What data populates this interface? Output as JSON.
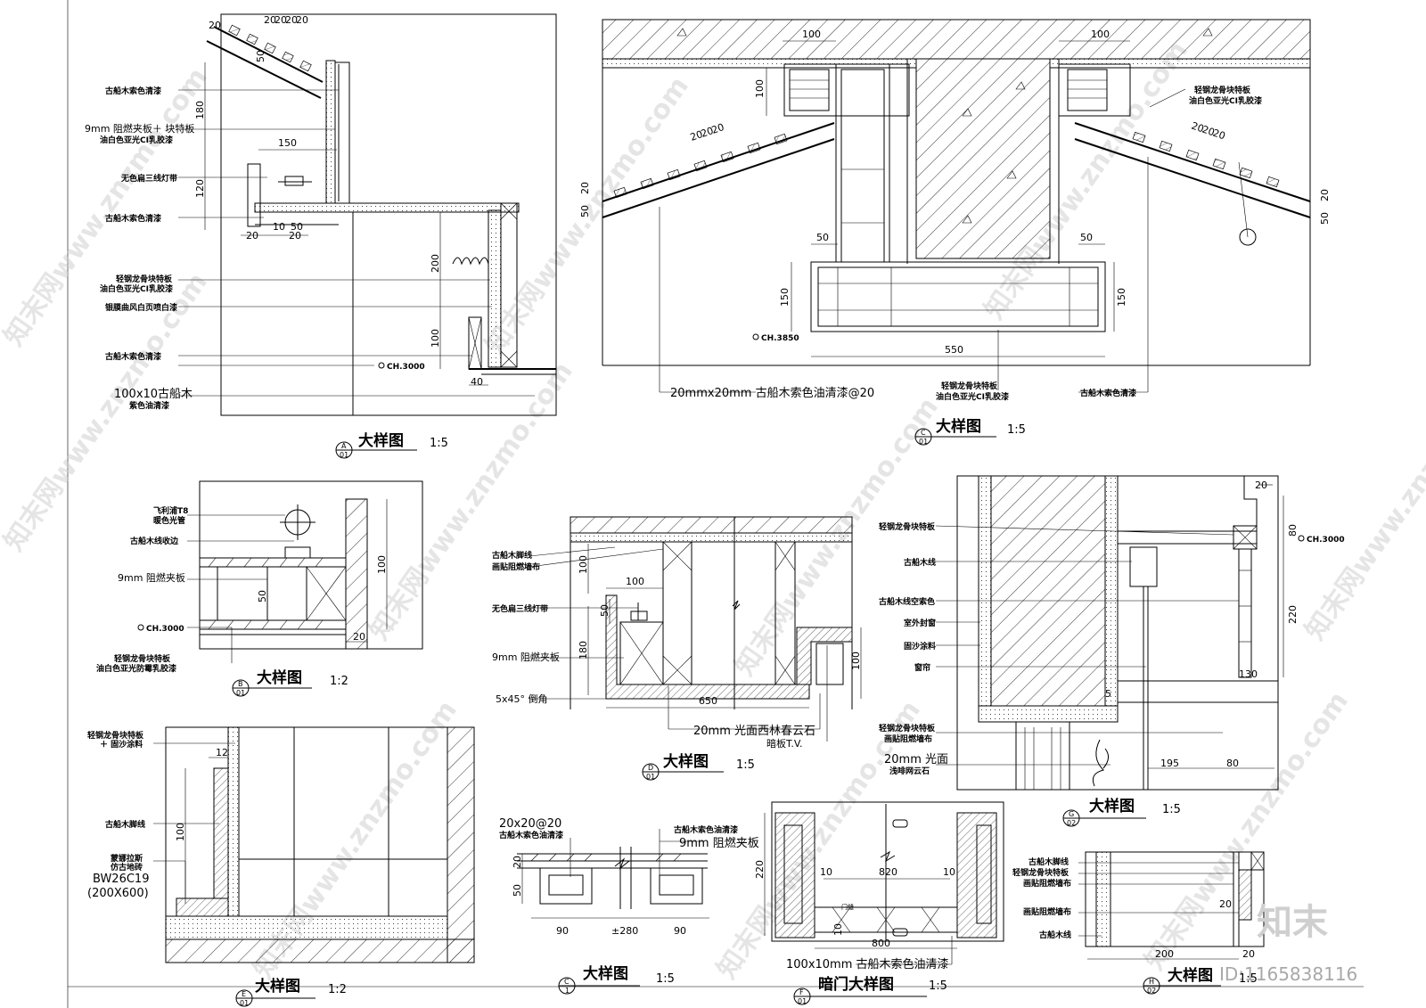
{
  "panels": {
    "A": {
      "title": "大样图",
      "scale": "1:5",
      "tag_letter": "A",
      "tag_num": "01",
      "labels": [
        "古船木索色清漆",
        "9mm 阻燃夹板＋ 块特板",
        "油白色亚光CI乳胶漆",
        "无色扁三线灯带",
        "古船木索色清漆",
        "轻钢龙骨块特板",
        "油白色亚光CI乳胶漆",
        "银膜曲风白页喷白漆",
        "古船木索色清漆",
        "100x10古船木",
        "紫色油清漆"
      ],
      "dims": [
        "20",
        "20",
        "20",
        "20",
        "20",
        "50",
        "180",
        "150",
        "120",
        "20",
        "10",
        "50",
        "20",
        "200",
        "100",
        "40"
      ],
      "elevation": "CH.3000"
    },
    "C": {
      "title": "大样图",
      "scale": "1:5",
      "tag_letter": "C",
      "tag_num": "01",
      "labels": [
        "20mmx20mm 古船木索色油清漆@20",
        "轻钢龙骨块特板",
        "油白色亚光CI乳胶漆",
        "古船木索色清漆",
        "轻钢龙骨块特板",
        "油白色亚光CI乳胶漆"
      ],
      "dims": [
        "100",
        "100",
        "100",
        "20",
        "20",
        "20",
        "20",
        "20",
        "20",
        "50",
        "50",
        "150",
        "150",
        "550",
        "20",
        "50",
        "50",
        "20"
      ],
      "elevation": "CH.3850"
    },
    "B": {
      "title": "大样图",
      "scale": "1:2",
      "tag_letter": "B",
      "tag_num": "01",
      "labels": [
        "飞利浦T8",
        "暖色光管",
        "古船木线收边",
        "9mm 阻燃夹板",
        "轻钢龙骨块特板",
        "油白色亚光防霉乳胶漆"
      ],
      "dims": [
        "50",
        "100",
        "20"
      ],
      "elevation": "CH.3000"
    },
    "D": {
      "title": "大样图",
      "scale": "1:5",
      "tag_letter": "D",
      "tag_num": "01",
      "labels": [
        "古船木脚线",
        "画贴阻燃墙布",
        "无色扁三线灯带",
        "9mm 阻燃夹板",
        "5x45° 倒角",
        "20mm 光面西林春云石",
        "暗板T.V."
      ],
      "dims": [
        "100",
        "100",
        "50",
        "180",
        "650",
        "100"
      ]
    },
    "G": {
      "title": "大样图",
      "scale": "1:5",
      "tag_letter": "G",
      "tag_num": "02",
      "labels": [
        "轻钢龙骨块特板",
        "古船木线",
        "古船木线空索色",
        "室外封窗",
        "固沙涂料",
        "窗帘",
        "轻钢龙骨块特板",
        "画贴阻燃墙布",
        "20mm 光面",
        "浅啡网云石"
      ],
      "dims": [
        "20",
        "80",
        "220",
        "130",
        "5",
        "195",
        "80"
      ],
      "elevation": "CH.3000"
    },
    "E": {
      "title": "大样图",
      "scale": "1:2",
      "tag_letter": "E",
      "tag_num": "01",
      "labels": [
        "轻钢龙骨块特板",
        "＋ 固沙涂料",
        "古船木脚线",
        "蒙娜拉斯",
        "仿古地砖",
        "BW26C19",
        "(200X600)"
      ],
      "dims": [
        "12",
        "100"
      ]
    },
    "C1": {
      "title": "大样图",
      "scale": "1:5",
      "tag_letter": "C",
      "tag_num": "1",
      "labels": [
        "20x20@20",
        "古船木索色油清漆",
        "古船木索色油清漆",
        "9mm 阻燃夹板"
      ],
      "dims": [
        "20",
        "50",
        "90",
        "±280",
        "90"
      ]
    },
    "F": {
      "title": "暗门大样图",
      "scale": "1:5",
      "tag_letter": "F",
      "tag_num": "01",
      "labels": [
        "100x10mm 古船木索色油清漆",
        "门缝"
      ],
      "dims": [
        "220",
        "820",
        "10",
        "10",
        "10",
        "800"
      ]
    },
    "H": {
      "title": "大样图",
      "scale": "1:5",
      "tag_letter": "H",
      "tag_num": "02",
      "labels": [
        "古船木脚线",
        "轻钢龙骨块特板",
        "画贴阻燃墙布",
        "画贴阻燃墙布",
        "古船木线"
      ],
      "dims": [
        "20",
        "200",
        "20"
      ]
    }
  },
  "watermarks": [
    "知末网www.znzmo.com"
  ],
  "brand": {
    "logo": "知末",
    "id": "ID:1165838116"
  }
}
